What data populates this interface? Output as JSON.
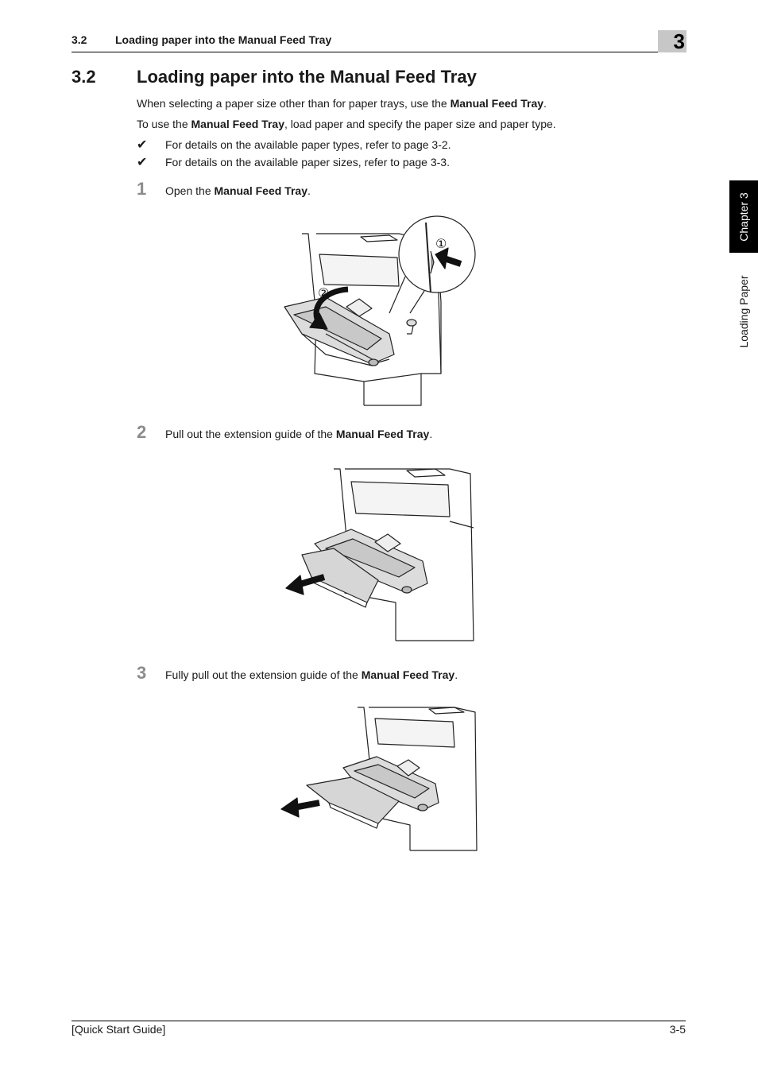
{
  "header": {
    "section_number": "3.2",
    "section_title": "Loading paper into the Manual Feed Tray",
    "chapter_number": "3"
  },
  "side_tab": {
    "chapter_label": "Chapter 3",
    "topic_label": "Loading Paper"
  },
  "section": {
    "number": "3.2",
    "title": "Loading paper into the Manual Feed Tray"
  },
  "intro": {
    "p1_before": "When selecting a paper size other than for paper trays, use the ",
    "p1_bold": "Manual Feed Tray",
    "p1_after": ".",
    "p2_before": "To use the ",
    "p2_bold": "Manual Feed Tray",
    "p2_after": ", load paper and specify the paper size and paper type."
  },
  "checks": [
    {
      "mark": "✔",
      "text": "For details on the available paper types, refer to page 3-2."
    },
    {
      "mark": "✔",
      "text": "For details on the available paper sizes, refer to page 3-3."
    }
  ],
  "steps": [
    {
      "number": "1",
      "before": "Open the ",
      "bold": "Manual Feed Tray",
      "after": "."
    },
    {
      "number": "2",
      "before": "Pull out the extension guide of the ",
      "bold": "Manual Feed Tray",
      "after": "."
    },
    {
      "number": "3",
      "before": "Fully pull out the extension guide of the ",
      "bold": "Manual Feed Tray",
      "after": "."
    }
  ],
  "callouts": {
    "c1": "①",
    "c2": "②"
  },
  "footer": {
    "left": "[Quick Start Guide]",
    "right": "3-5"
  }
}
